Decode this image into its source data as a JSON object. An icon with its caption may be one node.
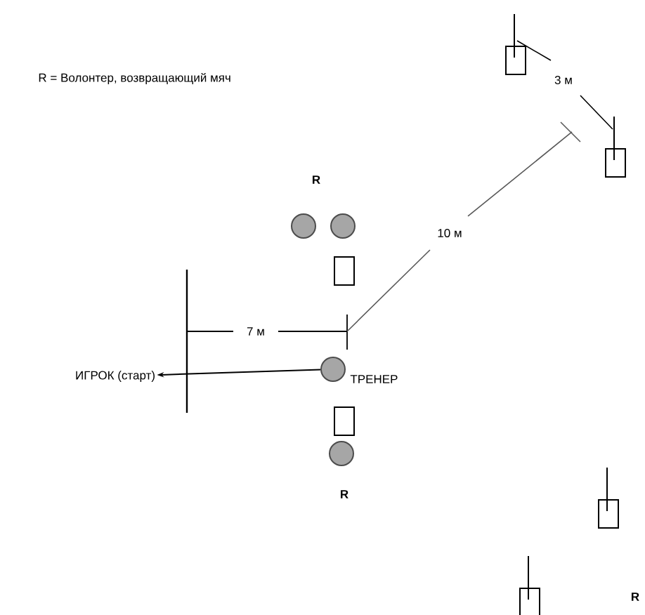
{
  "diagram": {
    "nodes": [
      {
        "text": [],
        "shape": "circle"
      },
      {
        "text": [],
        "shape": "circle"
      },
      {
        "text": [],
        "shape": "box"
      },
      {
        "text": [
          "ИГРОК (старт)"
        ]
      },
      {
        "text": [],
        "shape": "circle",
        "beside": [
          "ТРЕНЕР"
        ]
      },
      {
        "text": [],
        "shape": "box"
      },
      {
        "text": [],
        "shape": "circle"
      },
      {
        "text": [],
        "shape": "box"
      },
      {
        "text": [],
        "shape": "box"
      },
      {
        "text": [],
        "shape": "box"
      },
      {
        "text": [],
        "shape": "box"
      }
    ],
    "edges": [
      {
        "from": 4,
        "to": 3,
        "arrow": "to"
      }
    ],
    "labels": [
      "R = Волонтер, возвращающий мяч",
      "R",
      "3 м",
      "10 м",
      "7 м",
      "R",
      "R"
    ]
  }
}
